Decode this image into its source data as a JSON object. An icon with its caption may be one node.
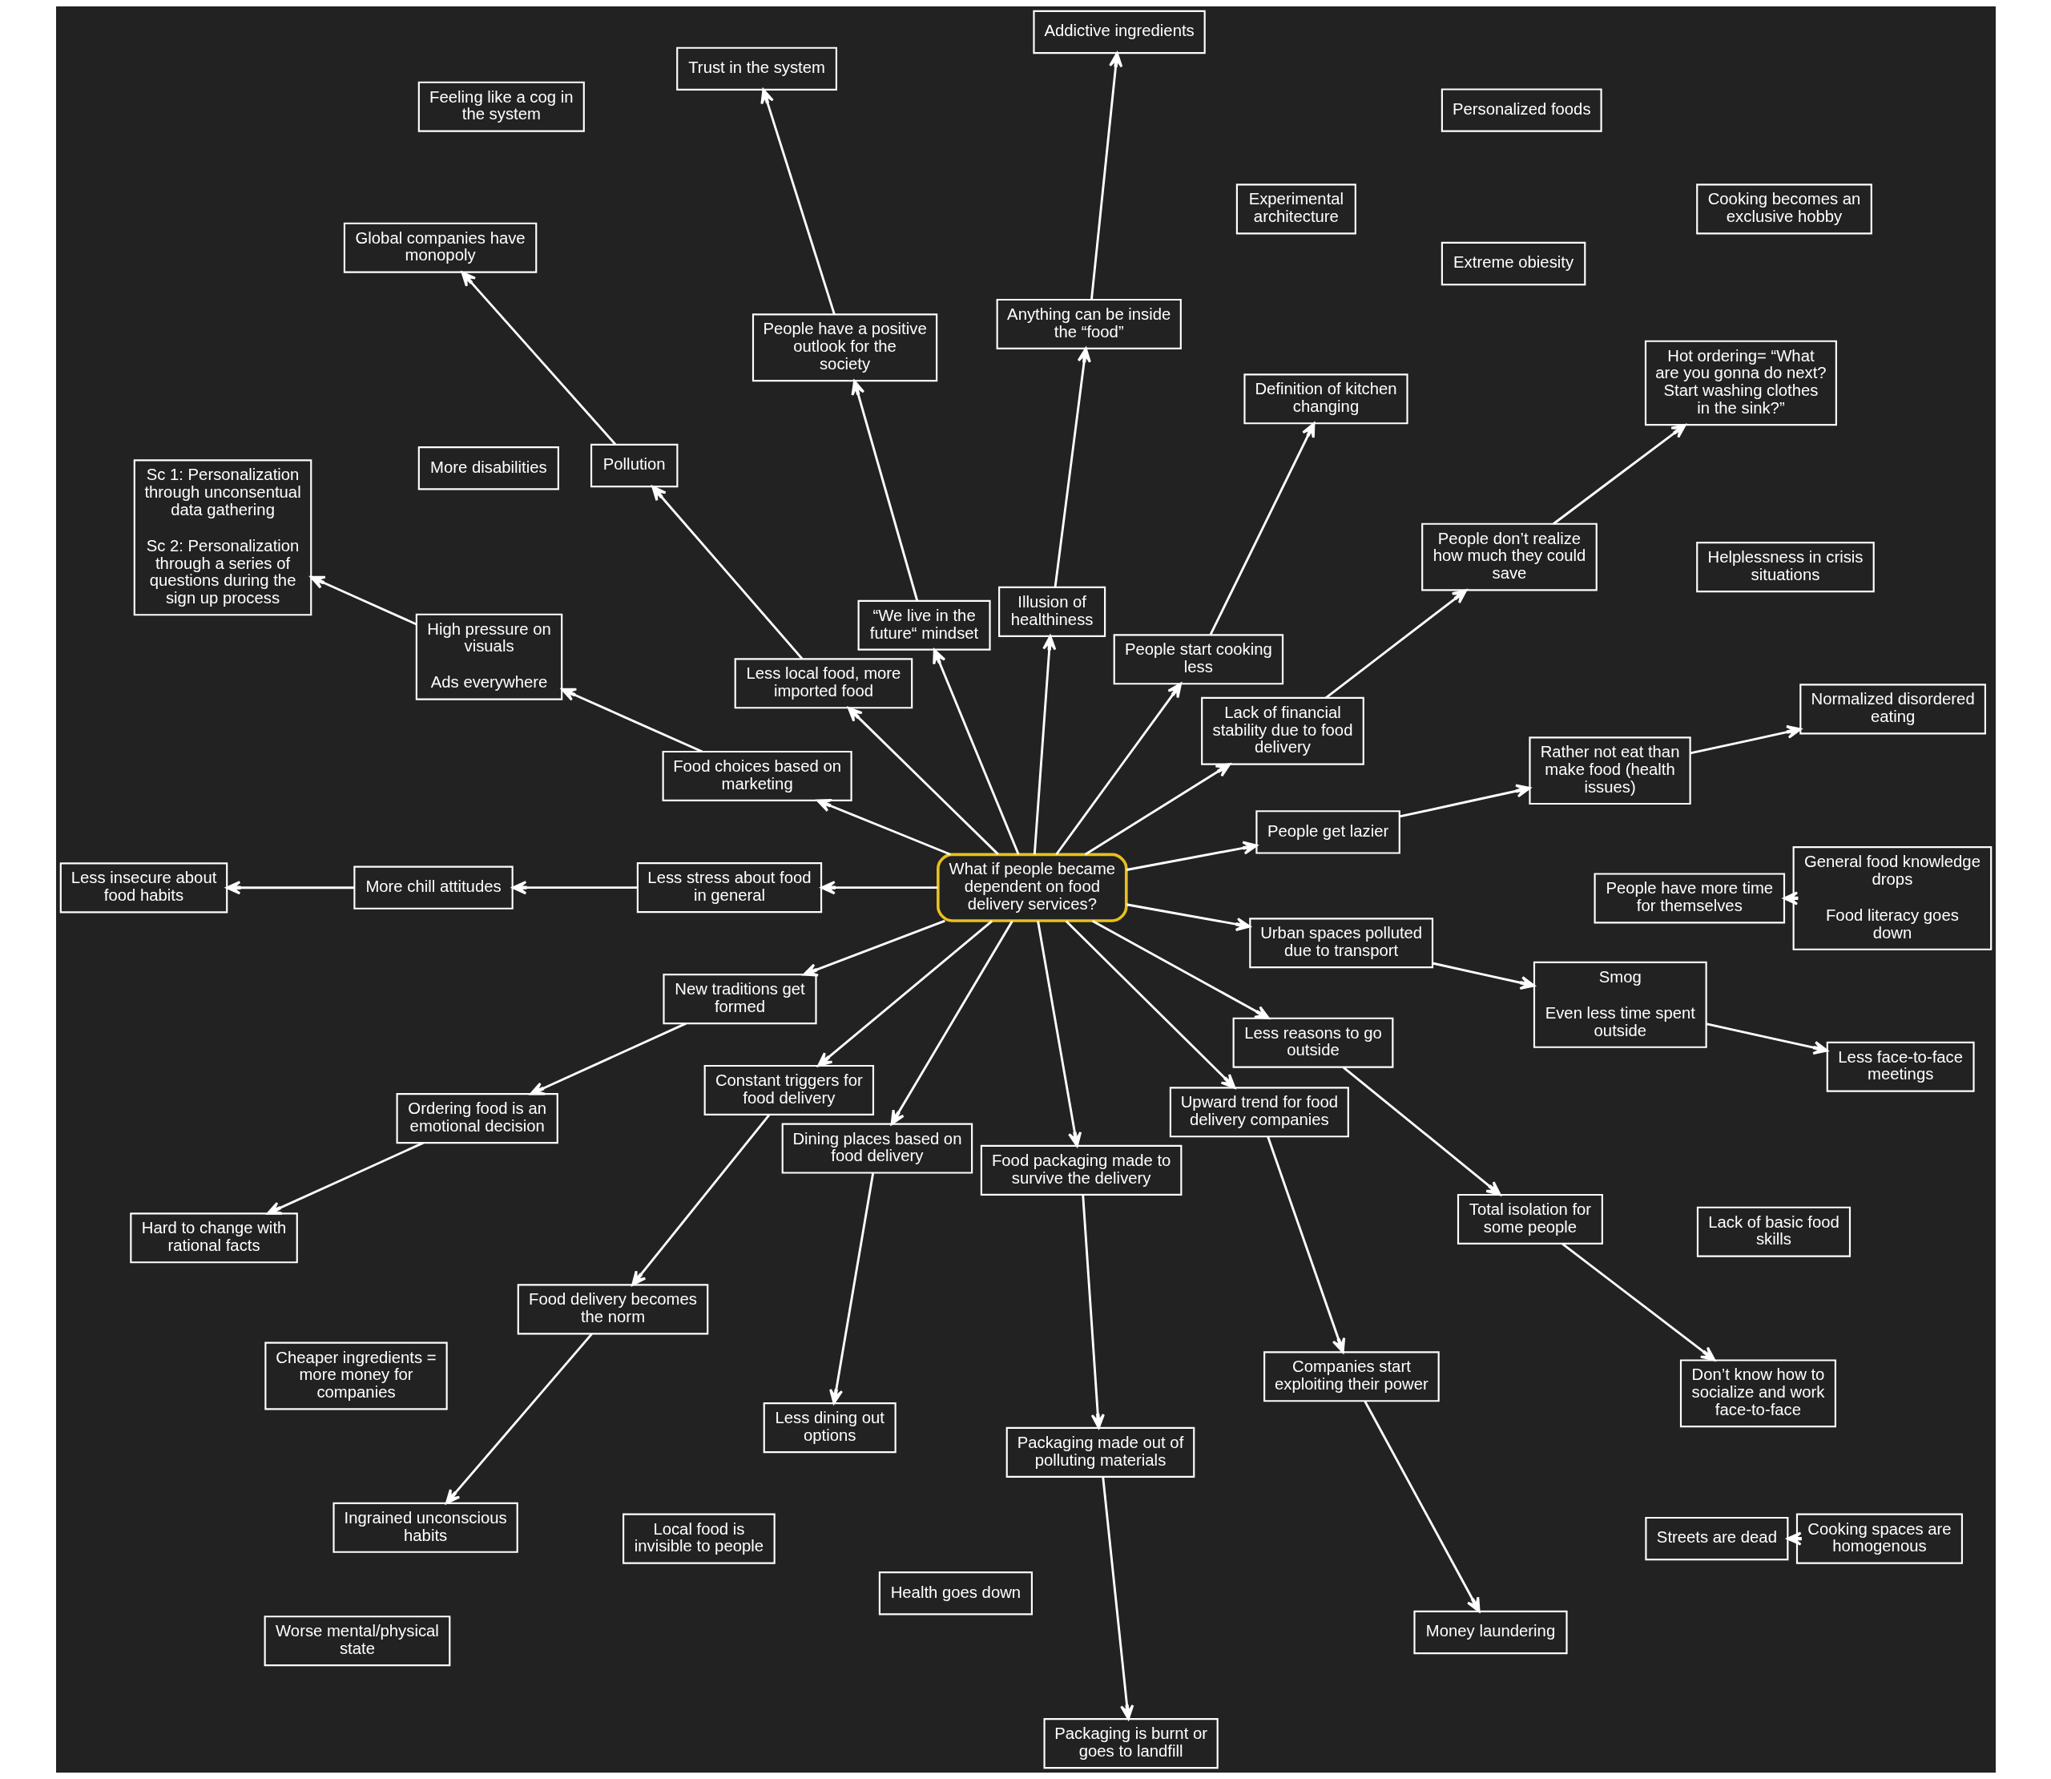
{
  "diagram": {
    "nodes": [
      {
        "text": [
          "What if people became dependent on food delivery services?"
        ]
      },
      {
        "text": [
          "People get lazier"
        ]
      },
      {
        "text": [
          "Rather not eat than make food (health issues)"
        ]
      },
      {
        "text": [
          "Extreme obiesity"
        ]
      },
      {
        "text": [
          "Normalized disordered eating"
        ]
      },
      {
        "text": [
          "More disabilities"
        ]
      },
      {
        "text": [
          "Lack of financial stability due to food delivery"
        ]
      },
      {
        "text": [
          "People don’t realize how much they could save"
        ]
      },
      {
        "text": [
          "Hot ordering= “What are you gonna do next? Start washing clothes in the sink?”"
        ]
      },
      {
        "text": [
          "People start cooking less"
        ]
      },
      {
        "text": [
          "Definition of kitchen changing"
        ]
      },
      {
        "text": [
          "General food knowledge drops",
          "Food literacy goes down"
        ]
      },
      {
        "text": [
          "Lack of basic food skills"
        ]
      },
      {
        "text": [
          "People have more time for themselves"
        ]
      },
      {
        "text": [
          "Helplessness in crisis situations"
        ]
      },
      {
        "text": [
          "Cooking becomes an exclusive hobby"
        ]
      },
      {
        "text": [
          "Experimental architecture"
        ]
      },
      {
        "text": [
          "Illusion of healthiness"
        ]
      },
      {
        "text": [
          "Anything can be inside the “food”"
        ]
      },
      {
        "text": [
          "Addictive ingredients"
        ]
      },
      {
        "text": [
          "“We live in the future“ mindset"
        ]
      },
      {
        "text": [
          "People have a positive outlook for the society"
        ]
      },
      {
        "text": [
          "Trust in the system"
        ]
      },
      {
        "text": [
          "Less local food, more imported food"
        ]
      },
      {
        "text": [
          "Pollution"
        ]
      },
      {
        "text": [
          "Local food is invisible to people"
        ]
      },
      {
        "text": [
          "Global companies have monopoly"
        ]
      },
      {
        "text": [
          "Health goes down"
        ]
      },
      {
        "text": [
          "Food choices based on marketing"
        ]
      },
      {
        "text": [
          "High pressure on visuals",
          "Ads everywhere"
        ]
      },
      {
        "text": [
          "Sc 1: Personalization through unconsentual data gathering",
          "Sc 2: Personalization through a series of questions during the sign up process"
        ]
      },
      {
        "text": [
          "Personalized foods"
        ]
      },
      {
        "text": [
          "Less stress about food in general"
        ]
      },
      {
        "text": [
          "More chill attitudes"
        ]
      },
      {
        "text": [
          "Less insecure about food habits"
        ]
      },
      {
        "text": [
          "New traditions get formed"
        ]
      },
      {
        "text": [
          "Ordering food is an emotional decision"
        ]
      },
      {
        "text": [
          "Hard to change with rational facts"
        ]
      },
      {
        "text": [
          "Constant triggers for food delivery"
        ]
      },
      {
        "text": [
          "Food delivery becomes the norm"
        ]
      },
      {
        "text": [
          "Ingrained unconscious habits"
        ]
      },
      {
        "text": [
          "Feeling like a cog in the system"
        ]
      },
      {
        "text": [
          "Dining places based on food delivery"
        ]
      },
      {
        "text": [
          "Less dining out options"
        ]
      },
      {
        "text": [
          "Cooking spaces are homogenous"
        ]
      },
      {
        "text": [
          "Streets are dead"
        ]
      },
      {
        "text": [
          "Food packaging made to survive the delivery"
        ]
      },
      {
        "text": [
          "Packaging made out of polluting materials"
        ]
      },
      {
        "text": [
          "Packaging is burnt or goes to landfill"
        ]
      },
      {
        "text": [
          "Upward trend for food delivery companies"
        ]
      },
      {
        "text": [
          "Companies start exploiting their power"
        ]
      },
      {
        "text": [
          "Money laundering"
        ]
      },
      {
        "text": [
          "Cheaper ingredients = more money for companies"
        ]
      },
      {
        "text": [
          "Less reasons to go outside"
        ]
      },
      {
        "text": [
          "Total isolation for some people"
        ]
      },
      {
        "text": [
          "Don’t know how to socialize and work face-to-face"
        ]
      },
      {
        "text": [
          "Urban spaces polluted due to transport"
        ]
      },
      {
        "text": [
          "Smog",
          "Even less time spent outside"
        ]
      },
      {
        "text": [
          "Worse mental/physical state"
        ]
      },
      {
        "text": [
          "Less face-to-face meetings"
        ]
      }
    ],
    "edges": [
      {
        "from": 0,
        "to": 1,
        "arrow": "to"
      },
      {
        "from": 0,
        "to": 6,
        "arrow": "to"
      },
      {
        "from": 0,
        "to": 9,
        "arrow": "to"
      },
      {
        "from": 0,
        "to": 17,
        "arrow": "to"
      },
      {
        "from": 0,
        "to": 20,
        "arrow": "to"
      },
      {
        "from": 0,
        "to": 23,
        "arrow": "to"
      },
      {
        "from": 0,
        "to": 28,
        "arrow": "to"
      },
      {
        "from": 0,
        "to": 32,
        "arrow": "to"
      },
      {
        "from": 0,
        "to": 35,
        "arrow": "to"
      },
      {
        "from": 0,
        "to": 38,
        "arrow": "to"
      },
      {
        "from": 0,
        "to": 42,
        "arrow": "to"
      },
      {
        "from": 0,
        "to": 46,
        "arrow": "to"
      },
      {
        "from": 0,
        "to": 49,
        "arrow": "to"
      },
      {
        "from": 0,
        "to": 53,
        "arrow": "to"
      },
      {
        "from": 0,
        "to": 56,
        "arrow": "to"
      },
      {
        "from": 1,
        "to": 2,
        "arrow": "to"
      },
      {
        "from": 2,
        "to": 4,
        "arrow": "to"
      },
      {
        "from": 6,
        "to": 7,
        "arrow": "to"
      },
      {
        "from": 7,
        "to": 8,
        "arrow": "to"
      },
      {
        "from": 9,
        "to": 10,
        "arrow": "to"
      },
      {
        "from": 11,
        "to": 13,
        "arrow": "to"
      },
      {
        "from": 17,
        "to": 18,
        "arrow": "to"
      },
      {
        "from": 18,
        "to": 19,
        "arrow": "to"
      },
      {
        "from": 20,
        "to": 21,
        "arrow": "to"
      },
      {
        "from": 21,
        "to": 22,
        "arrow": "to"
      },
      {
        "from": 23,
        "to": 24,
        "arrow": "to"
      },
      {
        "from": 24,
        "to": 26,
        "arrow": "to"
      },
      {
        "from": 28,
        "to": 29,
        "arrow": "to"
      },
      {
        "from": 29,
        "to": 30,
        "arrow": "to"
      },
      {
        "from": 32,
        "to": 33,
        "arrow": "to"
      },
      {
        "from": 33,
        "to": 34,
        "arrow": "to"
      },
      {
        "from": 35,
        "to": 36,
        "arrow": "to"
      },
      {
        "from": 36,
        "to": 37,
        "arrow": "to"
      },
      {
        "from": 38,
        "to": 39,
        "arrow": "to"
      },
      {
        "from": 39,
        "to": 40,
        "arrow": "to"
      },
      {
        "from": 42,
        "to": 43,
        "arrow": "to"
      },
      {
        "from": 44,
        "to": 45,
        "arrow": "to"
      },
      {
        "from": 46,
        "to": 47,
        "arrow": "to"
      },
      {
        "from": 47,
        "to": 48,
        "arrow": "to"
      },
      {
        "from": 49,
        "to": 50,
        "arrow": "to"
      },
      {
        "from": 50,
        "to": 51,
        "arrow": "to"
      },
      {
        "from": 53,
        "to": 54,
        "arrow": "to"
      },
      {
        "from": 54,
        "to": 55,
        "arrow": "to"
      },
      {
        "from": 56,
        "to": 57,
        "arrow": "to"
      },
      {
        "from": 57,
        "to": 59,
        "arrow": "to"
      }
    ]
  }
}
